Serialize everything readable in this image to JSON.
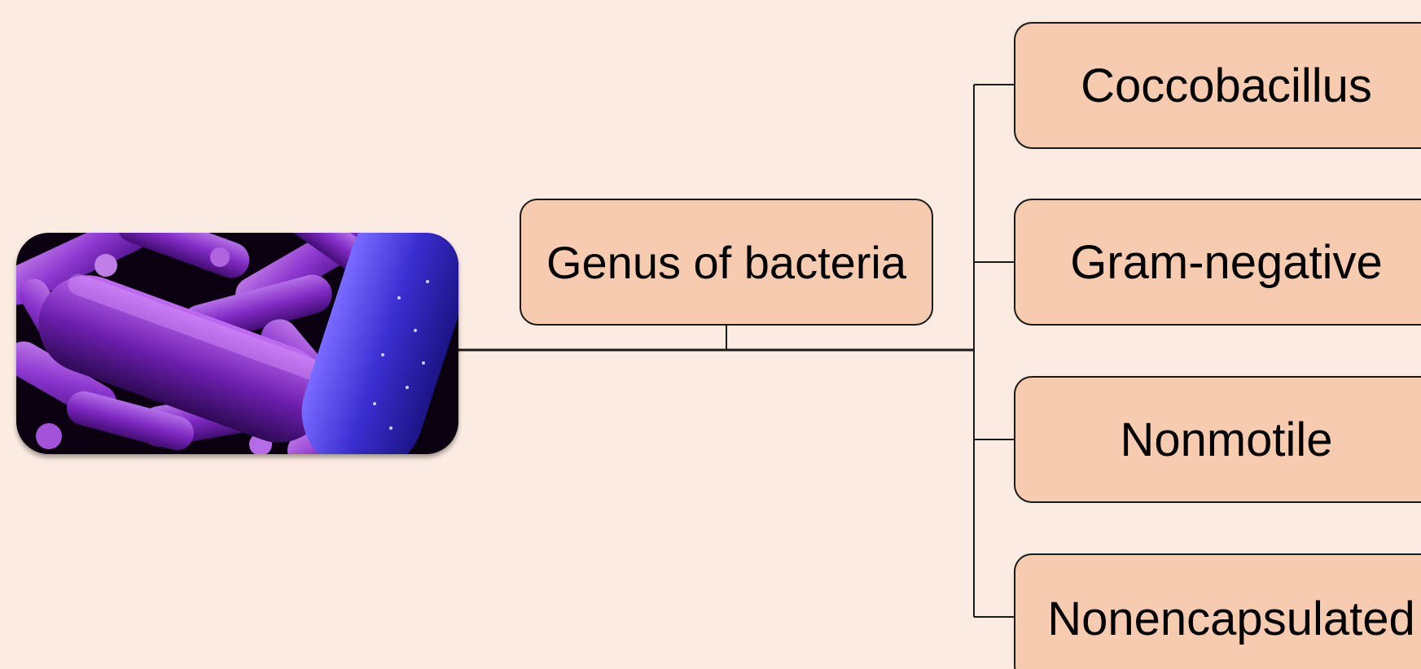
{
  "diagram": {
    "root_label": "Genus of bacteria",
    "children": [
      {
        "label": "Coccobacillus"
      },
      {
        "label": "Gram-negative"
      },
      {
        "label": "Nonmotile"
      },
      {
        "label": "Nonencapsulated"
      }
    ]
  },
  "colors": {
    "background": "#fbebe0",
    "node_fill": "#f7cbb0",
    "node_border": "#1a1a1a",
    "connector": "#1a1a1a"
  },
  "image": {
    "subject": "rod-shaped bacteria micrograph",
    "palette": [
      "#8a2be2",
      "#b04ee8",
      "#3b2fd0",
      "#000000"
    ]
  }
}
